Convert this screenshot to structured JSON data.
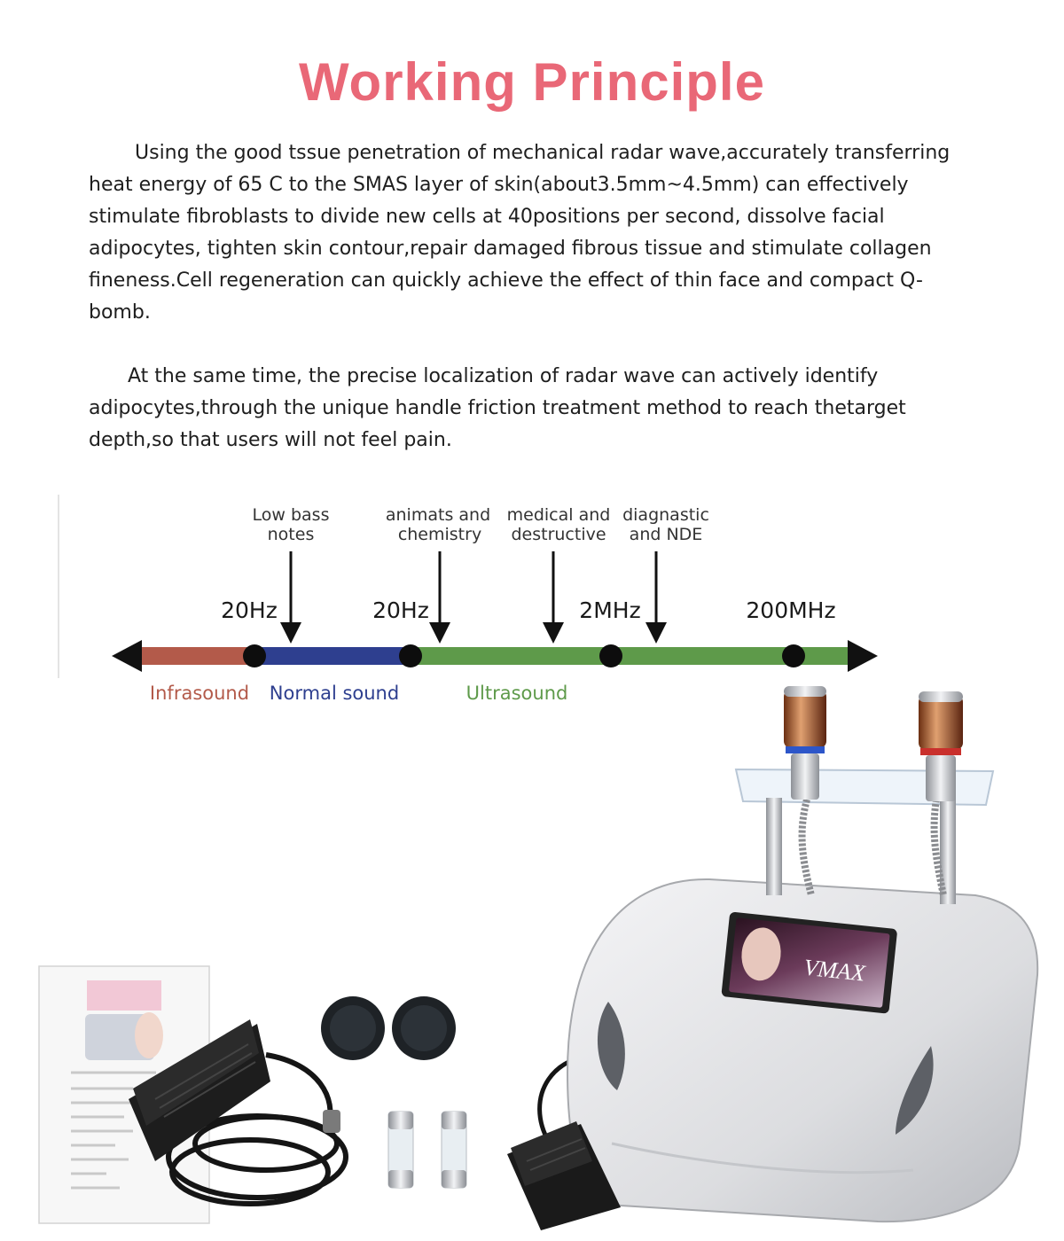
{
  "title": "Working Principle",
  "paragraphs": [
    "Using the good tssue penetration of mechanical radar wave,accurately transferring heat energy of 65 C to the SMAS layer of skin(about3.5mm~4.5mm) can effectively stimulate fibroblasts to divide new cells at 40positions per second, dissolve facial adipocytes, tighten skin contour,repair damaged fibrous tissue and stimulate collagen fineness.Cell regeneration can quickly achieve the effect of thin face and compact Q-bomb.",
    "At the same time, the precise localization of radar wave can actively identify adipocytes,through the unique handle friction treatment method to reach thetarget depth,so that users will not feel pain."
  ],
  "diagram": {
    "categories": [
      {
        "line1": "Low bass",
        "line2": "notes"
      },
      {
        "line1": "animats and",
        "line2": "chemistry"
      },
      {
        "line1": "medical and",
        "line2": "destructive"
      },
      {
        "line1": "diagnastic",
        "line2": "and NDE"
      }
    ],
    "frequencies": [
      "20Hz",
      "20Hz",
      "2MHz",
      "200MHz"
    ],
    "bands": [
      {
        "label": "Infrasound",
        "color": "#b35a4a"
      },
      {
        "label": "Normal sound",
        "color": "#2e3f8f"
      },
      {
        "label": "Ultrasound",
        "color": "#5e9a4a"
      }
    ]
  },
  "product": {
    "screen_logo": "VMAX"
  }
}
